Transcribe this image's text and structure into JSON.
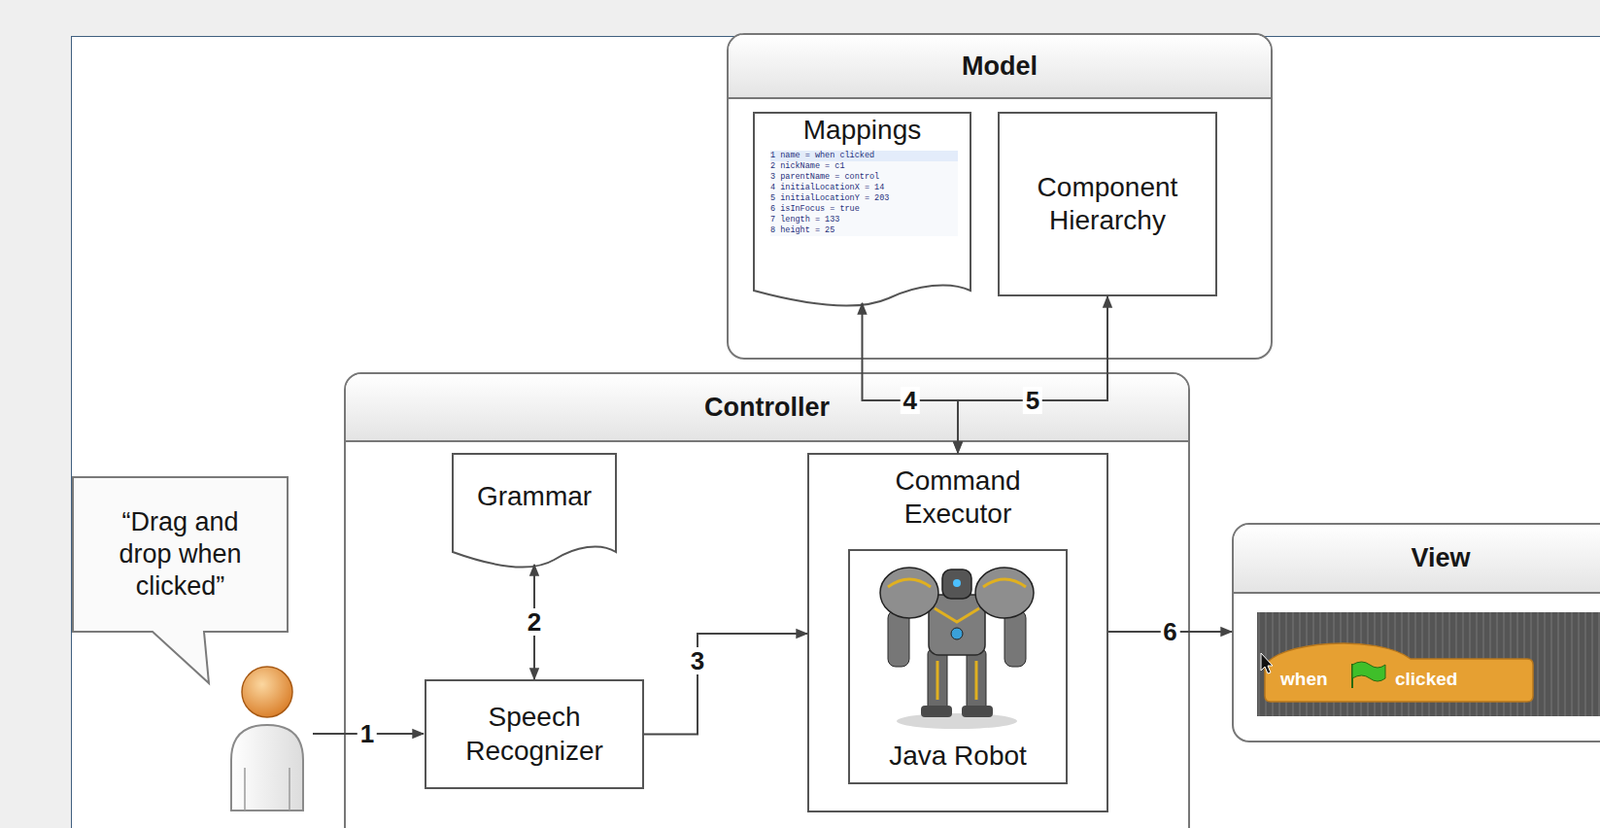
{
  "diagram": {
    "nodes": [
      {
        "text": [
          "Model"
        ]
      },
      {
        "text": [
          "Mappings",
          "1 name = when clicked",
          "2 nickName = c1",
          "3 parentName = control",
          "4 initialLocationX = 14",
          "5 initialLocationY = 203",
          "6 isInFocus = true",
          "7 length = 133",
          "8 height = 25"
        ],
        "in": 0
      },
      {
        "text": [
          "Component Hierarchy"
        ],
        "in": 0
      },
      {
        "text": [
          "“Drag and drop when clicked”"
        ]
      },
      {
        "text": [
          "Controller"
        ]
      },
      {
        "text": [
          "Grammar"
        ],
        "in": 4
      },
      {
        "text": [
          "Speech Recognizer"
        ],
        "in": 4
      },
      {
        "text": [
          "Command Executor"
        ],
        "in": 4
      },
      {
        "text": [
          "Java Robot"
        ],
        "in": 7
      },
      {
        "text": [
          "View"
        ]
      }
    ],
    "edges": [
      {
        "from": 5,
        "to": 6,
        "arrow": "both",
        "label": "2"
      },
      {
        "from": 6,
        "to": 7,
        "arrow": "to",
        "label": "3"
      },
      {
        "from": 7,
        "to": 1,
        "arrow": "both",
        "label": "4"
      },
      {
        "from": 7,
        "to": 2,
        "arrow": "both",
        "label": "5"
      },
      {
        "from": 7,
        "to": 9,
        "arrow": "to",
        "label": "6"
      }
    ],
    "labels": [
      "1",
      "when",
      "clicked"
    ]
  }
}
